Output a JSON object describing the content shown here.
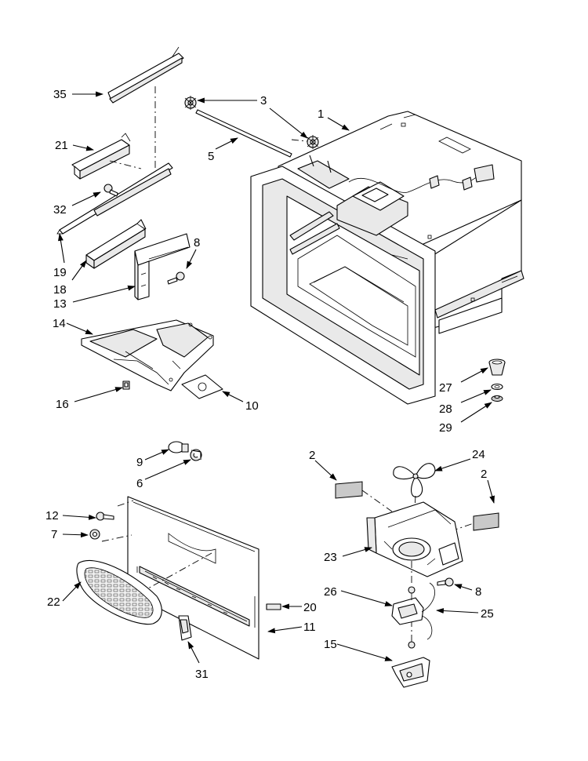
{
  "diagram": {
    "labels": {
      "p35": "35",
      "p3": "3",
      "p1": "1",
      "p5": "5",
      "p21": "21",
      "p32": "32",
      "p19": "19",
      "p18": "18",
      "p13": "13",
      "p8a": "8",
      "p14": "14",
      "p27": "27",
      "p28": "28",
      "p29": "29",
      "p16": "16",
      "p10": "10",
      "p9": "9",
      "p6": "6",
      "p2a": "2",
      "p24": "24",
      "p2b": "2",
      "p12": "12",
      "p7": "7",
      "p23": "23",
      "p22": "22",
      "p26": "26",
      "p8b": "8",
      "p25": "25",
      "p20": "20",
      "p11": "11",
      "p15": "15",
      "p31": "31"
    }
  }
}
